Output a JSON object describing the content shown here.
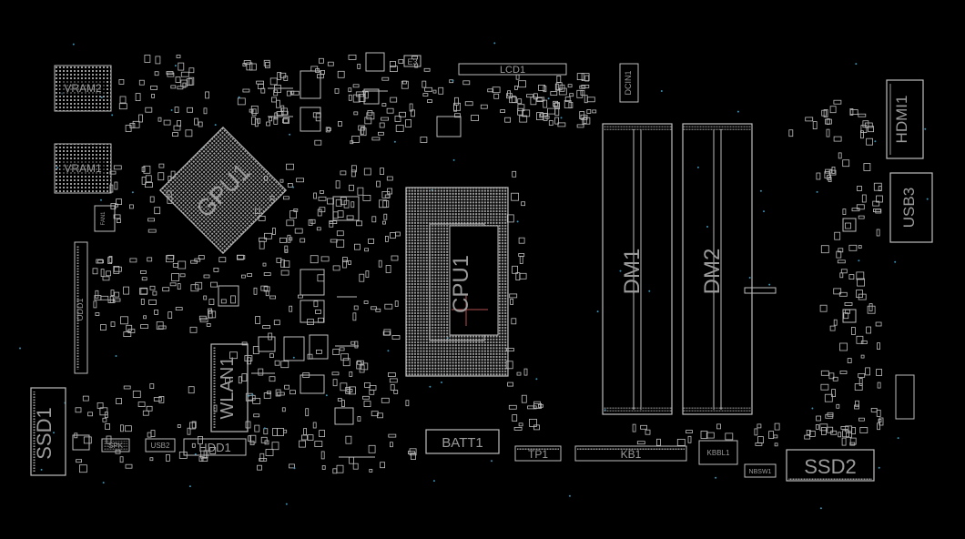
{
  "board": {
    "background": "#000000",
    "outline_color": "#bdbdbd",
    "label_color": "#9a9a9a",
    "via_color": "#3a8fb0",
    "mark_color": "#b05050"
  },
  "components": {
    "vram2": "VRAM2",
    "vram1": "VRAM1",
    "gpu1": "GPU1",
    "cpu1": "CPU1",
    "dm1": "DM1",
    "dm2": "DM2",
    "lcd1": "LCD1",
    "e3": "E3",
    "dcin1": "DCIN1",
    "hdmi1": "HDMI1",
    "usb3": "USB3",
    "ssd1": "SSD1",
    "ssd2": "SSD2",
    "wlan1": "WLAN1",
    "hdd1": "HDD1",
    "batt1": "BATT1",
    "tp1": "TP1",
    "kb1": "KB1",
    "kbbl1": "KBBL1",
    "usb2": "USB2",
    "spk": "SPK",
    "fan1": "FAN1",
    "odd1": "ODD1",
    "nbsw1": "NBSW1"
  }
}
